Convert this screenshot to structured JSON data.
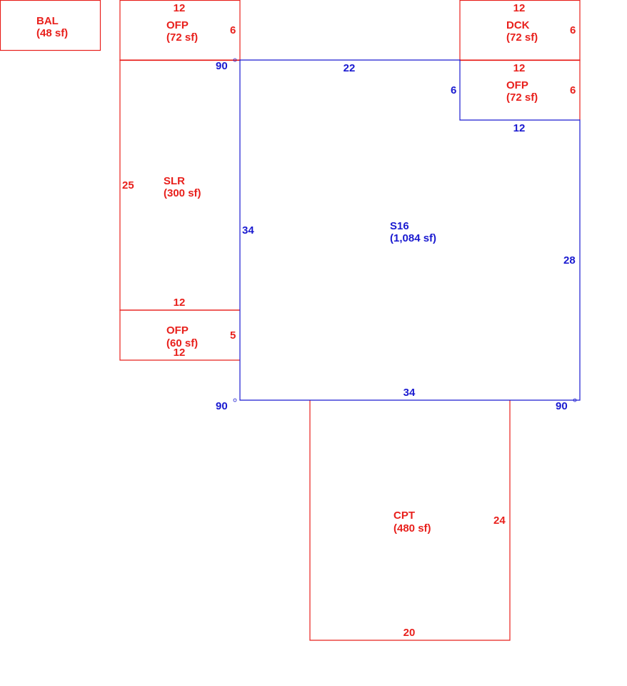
{
  "colors": {
    "addition": "#e8201c",
    "main": "#1a1ad0"
  },
  "areas": {
    "bal": {
      "code": "BAL",
      "area": "(48 sf)"
    },
    "ofp_top": {
      "code": "OFP",
      "area": "(72 sf)",
      "top": "12",
      "right": "6"
    },
    "dck": {
      "code": "DCK",
      "area": "(72 sf)",
      "top": "12",
      "right": "6"
    },
    "ofp_right": {
      "code": "OFP",
      "area": "(72 sf)",
      "top": "12",
      "right": "6"
    },
    "slr": {
      "code": "SLR",
      "area": "(300 sf)",
      "left": "25",
      "bottom": "12"
    },
    "ofp_bottom": {
      "code": "OFP",
      "area": "(60 sf)",
      "right": "5",
      "bottom": "12"
    },
    "main": {
      "code": "S16",
      "area": "(1,084 sf)",
      "top": "22",
      "notch_side": "6",
      "notch_bottom": "12",
      "left": "34",
      "right": "28",
      "bottom": "34"
    },
    "cpt": {
      "code": "CPT",
      "area": "(480 sf)",
      "right": "24",
      "bottom": "20"
    }
  },
  "angles": {
    "top_left": "90",
    "bottom_left": "90",
    "bottom_right": "90"
  }
}
